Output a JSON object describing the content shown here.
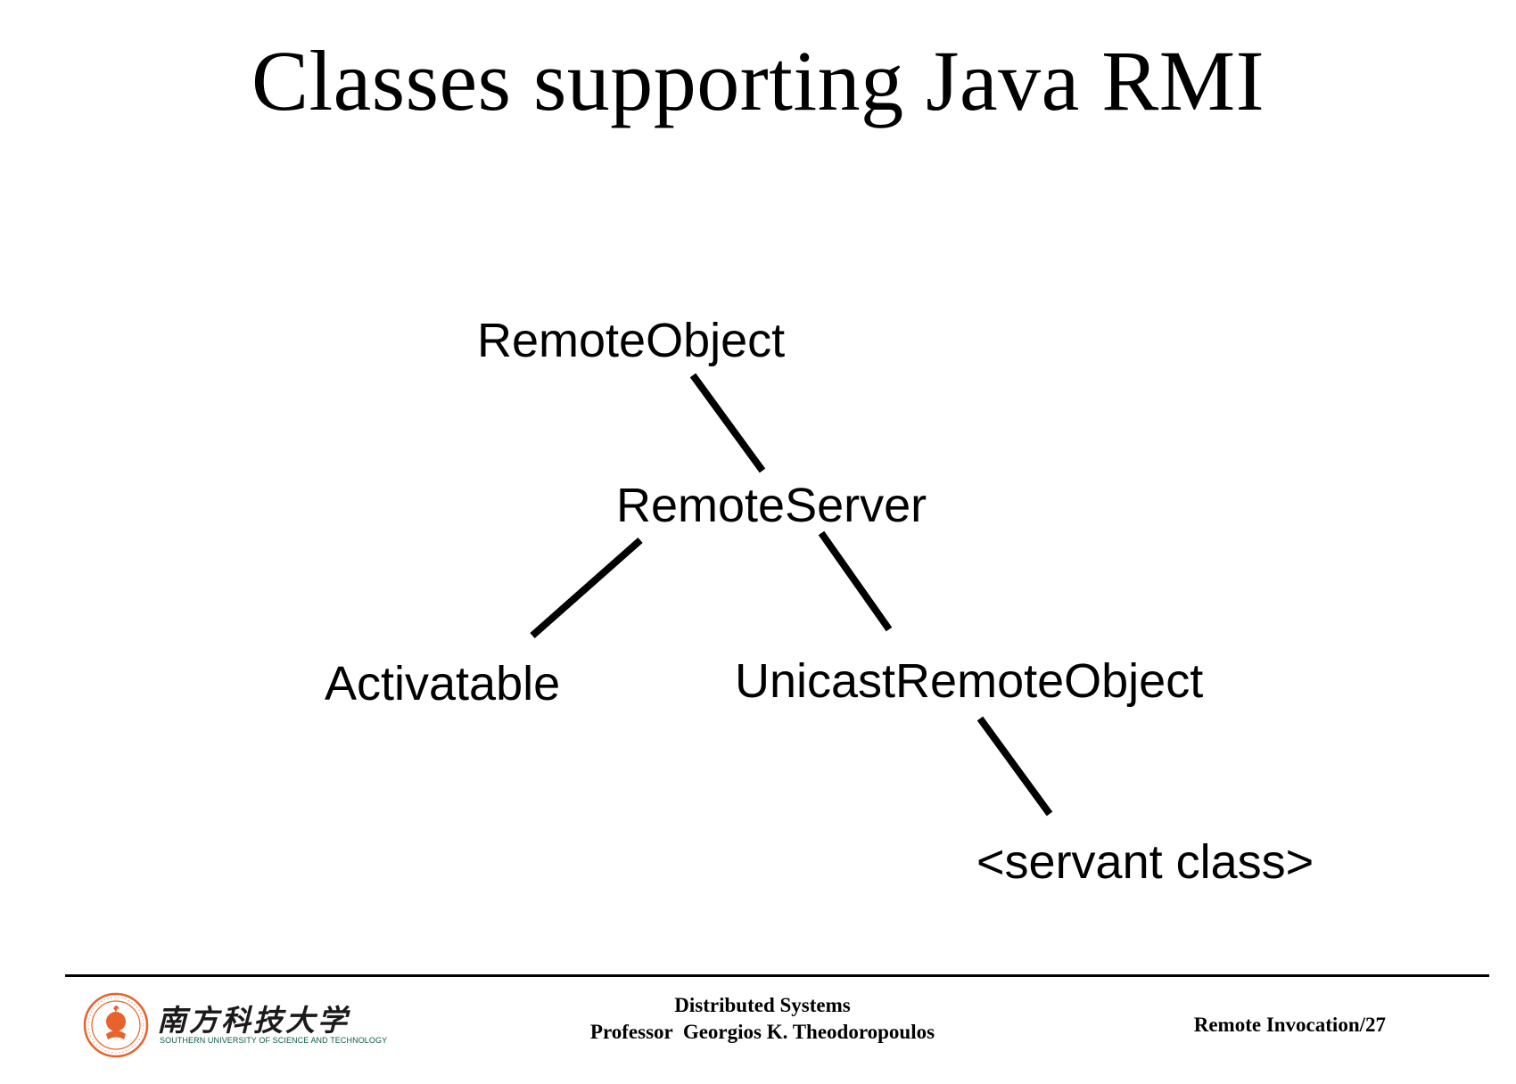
{
  "slide": {
    "title": "Classes supporting Java RMI"
  },
  "diagram": {
    "nodes": {
      "remote_object": "RemoteObject",
      "remote_server": "RemoteServer",
      "activatable": "Activatable",
      "unicast_remote_object": "UnicastRemoteObject",
      "servant_class": "<servant class>"
    },
    "edges": [
      {
        "from": "RemoteObject",
        "to": "RemoteServer"
      },
      {
        "from": "RemoteServer",
        "to": "Activatable"
      },
      {
        "from": "RemoteServer",
        "to": "UnicastRemoteObject"
      },
      {
        "from": "UnicastRemoteObject",
        "to": "<servant class>"
      }
    ]
  },
  "footer": {
    "course": "Distributed Systems",
    "professor": "Professor  Georgios K. Theodoropoulos",
    "page": "Remote Invocation/27",
    "logo": {
      "cn_name": "南方科技大学",
      "en_name": "SOUTHERN UNIVERSITY OF SCIENCE AND TECHNOLOGY",
      "emblem_color": "#e8632b"
    }
  }
}
